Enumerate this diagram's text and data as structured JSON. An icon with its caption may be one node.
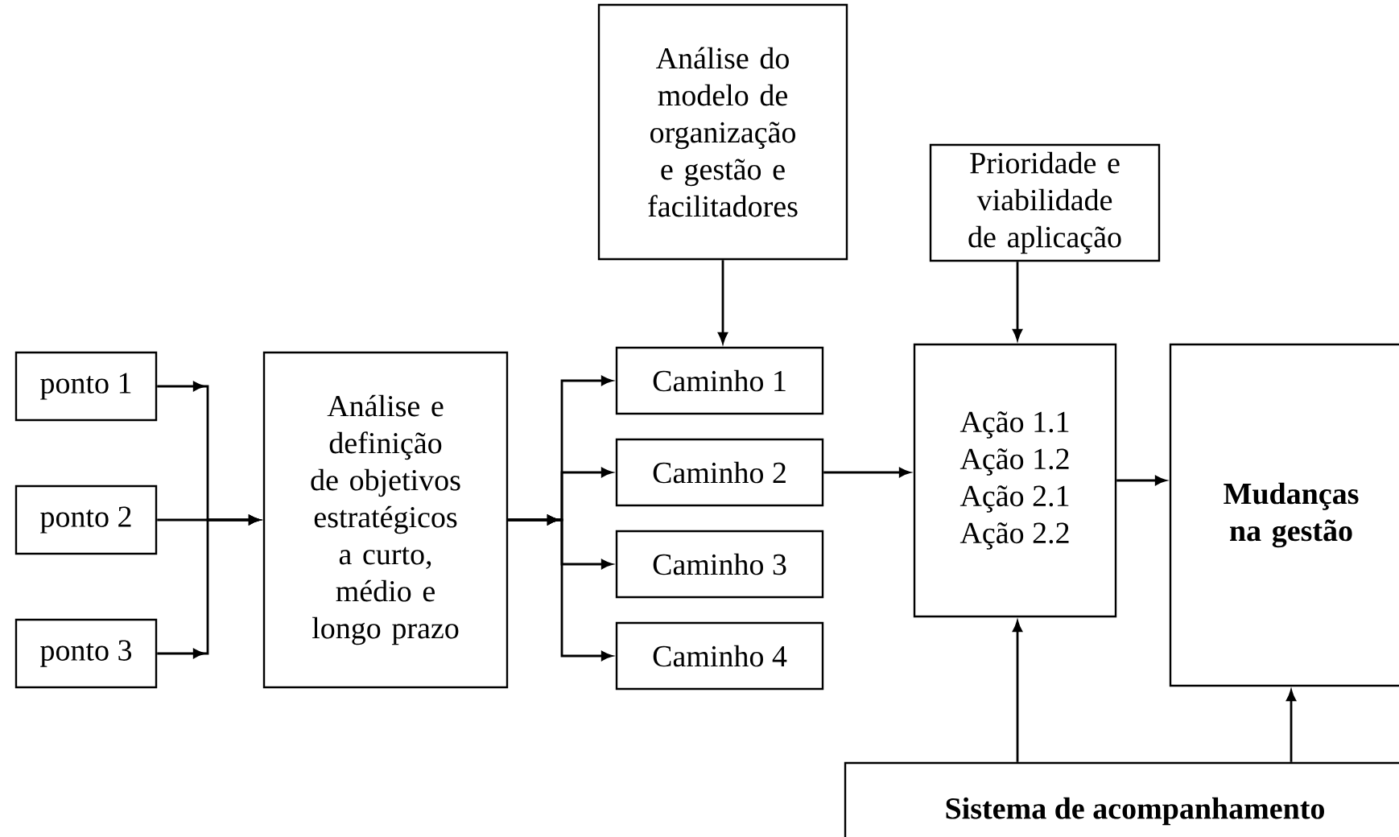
{
  "diagram": {
    "nodes": [
      {
        "text": [
          "ponto 1"
        ]
      },
      {
        "text": [
          "ponto 2"
        ]
      },
      {
        "text": [
          "ponto 3"
        ]
      },
      {
        "text": [
          "Análise e definição de objetivos estratégicos a curto, médio e longo prazo"
        ]
      },
      {
        "text": [
          "Análise do modelo de organização e gestão e facilitadores"
        ]
      },
      {
        "text": [
          "Caminho 1"
        ]
      },
      {
        "text": [
          "Caminho 2"
        ]
      },
      {
        "text": [
          "Caminho 3"
        ]
      },
      {
        "text": [
          "Caminho 4"
        ]
      },
      {
        "text": [
          "Prioridade e viabilidade de aplicação"
        ]
      },
      {
        "text": [
          "Ação 1.1",
          "Ação 1.2",
          "Ação 2.1",
          "Ação 2.2"
        ]
      },
      {
        "text": [
          "Mudanças na gestão"
        ]
      },
      {
        "text": [
          "Sistema de acompanhamento"
        ]
      }
    ],
    "edges": [
      {
        "from": 0,
        "to": 3,
        "arrow": "to"
      },
      {
        "from": 1,
        "to": 3,
        "arrow": "to"
      },
      {
        "from": 2,
        "to": 3,
        "arrow": "to"
      },
      {
        "from": 3,
        "to": 5,
        "arrow": "to"
      },
      {
        "from": 3,
        "to": 6,
        "arrow": "to"
      },
      {
        "from": 3,
        "to": 7,
        "arrow": "to"
      },
      {
        "from": 3,
        "to": 8,
        "arrow": "to"
      },
      {
        "from": 4,
        "to": 5,
        "arrow": "to"
      },
      {
        "from": 6,
        "to": 10,
        "arrow": "to"
      },
      {
        "from": 9,
        "to": 10,
        "arrow": "to"
      },
      {
        "from": 10,
        "to": 11,
        "arrow": "to"
      },
      {
        "from": 12,
        "to": 10,
        "arrow": "to"
      },
      {
        "from": 12,
        "to": 11,
        "arrow": "to"
      }
    ]
  }
}
